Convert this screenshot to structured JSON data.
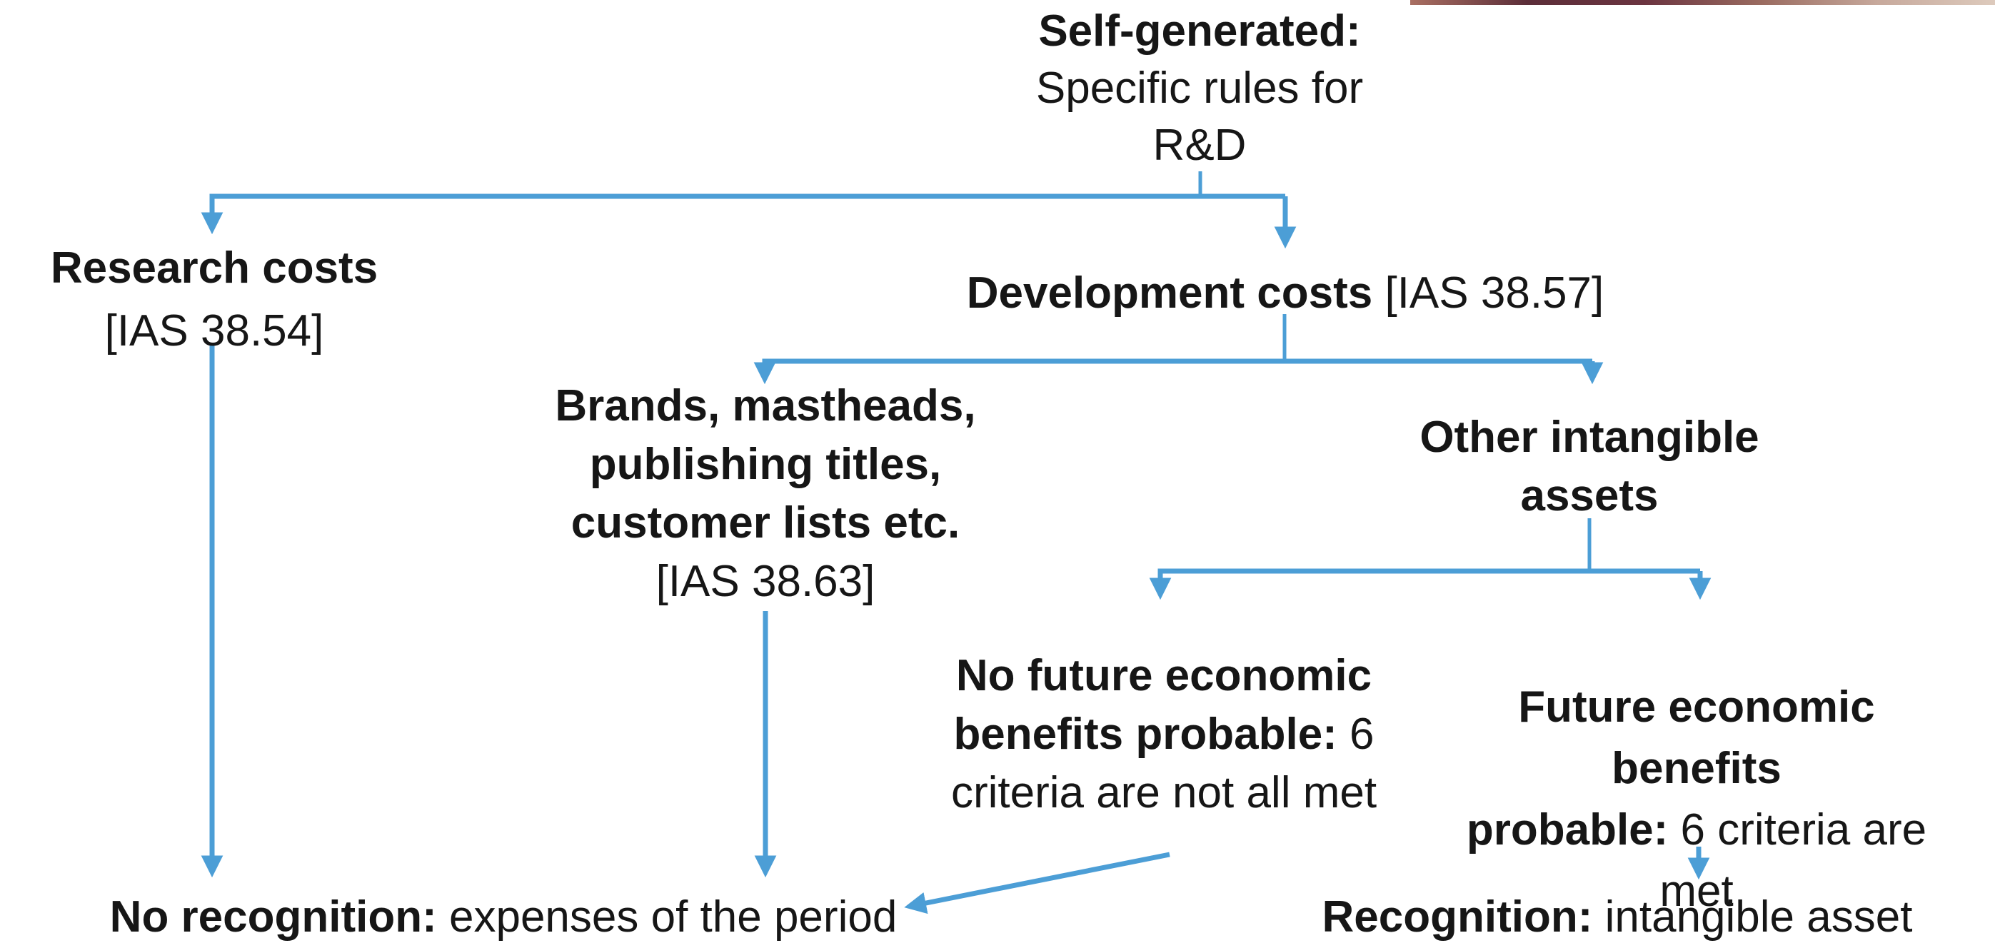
{
  "colors": {
    "arrow": "#4c9ed6",
    "text": "#161616",
    "background": "#ffffff",
    "top_bar": [
      "#a96f62",
      "#5c2e39",
      "#6b3440",
      "#9a6b60",
      "#c7a99c",
      "#ddcabc"
    ]
  },
  "nodes": {
    "root": {
      "bold": "Self-generated:",
      "line2": "Specific rules for",
      "line3": "R&D"
    },
    "research": {
      "bold": "Research costs",
      "ref": "[IAS 38.54]"
    },
    "development": {
      "bold": "Development costs",
      "ref": " [IAS 38.57]"
    },
    "brands": {
      "bold_line1": "Brands, mastheads,",
      "bold_line2": "publishing titles,",
      "bold_line3": "customer lists etc.",
      "ref": "[IAS 38.63]"
    },
    "other": {
      "bold_line1": "Other intangible",
      "bold_line2": "assets"
    },
    "no_future": {
      "bold_line1": "No future economic",
      "bold_line2": "benefits probable:",
      "rest_line2": " 6",
      "line3": "criteria are not all met"
    },
    "future": {
      "bold_line1": "Future economic benefits",
      "bold_line2": "probable:",
      "rest_line2": " 6 criteria are met"
    },
    "no_recognition": {
      "bold": "No recognition:",
      "rest": " expenses of the period"
    },
    "recognition": {
      "bold": "Recognition:",
      "rest": " intangible asset"
    }
  },
  "edges": [
    {
      "from": "self-generated",
      "to": "research-costs"
    },
    {
      "from": "self-generated",
      "to": "development-costs"
    },
    {
      "from": "development-costs",
      "to": "brands-mastheads"
    },
    {
      "from": "development-costs",
      "to": "other-intangible-assets"
    },
    {
      "from": "other-intangible-assets",
      "to": "no-future-benefits"
    },
    {
      "from": "other-intangible-assets",
      "to": "future-benefits"
    },
    {
      "from": "research-costs",
      "to": "no-recognition"
    },
    {
      "from": "brands-mastheads",
      "to": "no-recognition"
    },
    {
      "from": "no-future-benefits",
      "to": "no-recognition"
    },
    {
      "from": "future-benefits",
      "to": "recognition"
    }
  ]
}
